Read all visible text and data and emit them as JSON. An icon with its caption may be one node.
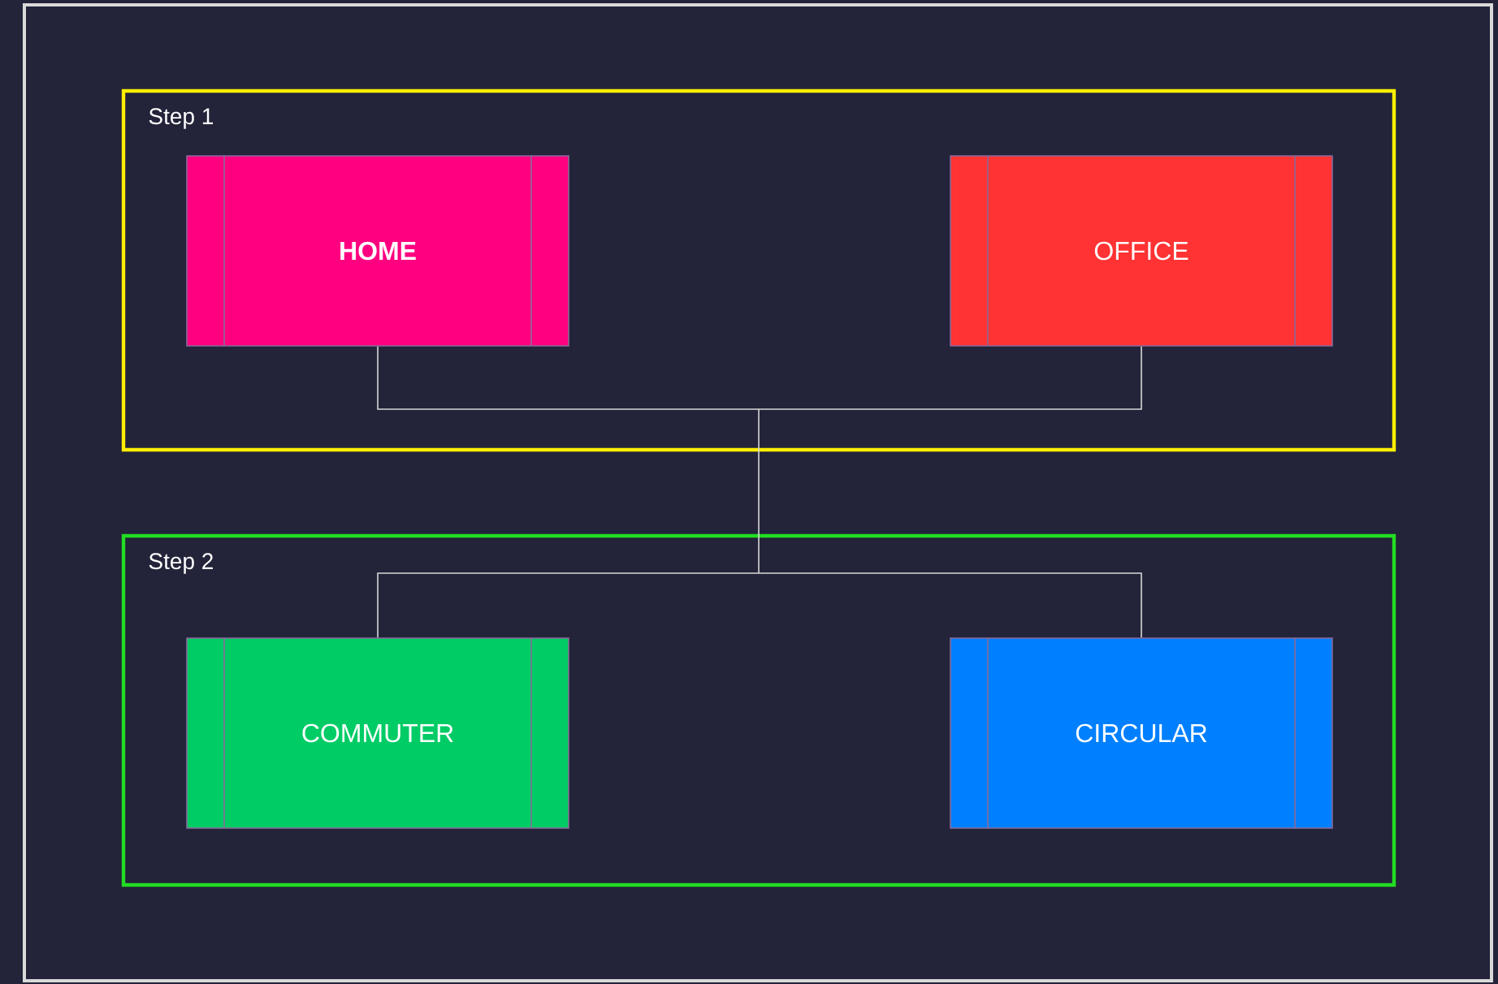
{
  "diagram": {
    "nodes": [
      {
        "text": [
          "Step 1"
        ]
      },
      {
        "text": [
          "HOME"
        ],
        "in": 0
      },
      {
        "text": [
          "OFFICE"
        ],
        "in": 0
      },
      {
        "text": [
          "Step 2"
        ]
      },
      {
        "text": [
          "COMMUTER"
        ],
        "in": 3
      },
      {
        "text": [
          "CIRCULAR"
        ],
        "in": 3
      }
    ],
    "edges": [
      {
        "from": 1,
        "to": 4,
        "arrow": "none"
      },
      {
        "from": 1,
        "to": 5,
        "arrow": "none"
      },
      {
        "from": 2,
        "to": 4,
        "arrow": "none"
      },
      {
        "from": 2,
        "to": 5,
        "arrow": "none"
      }
    ]
  }
}
